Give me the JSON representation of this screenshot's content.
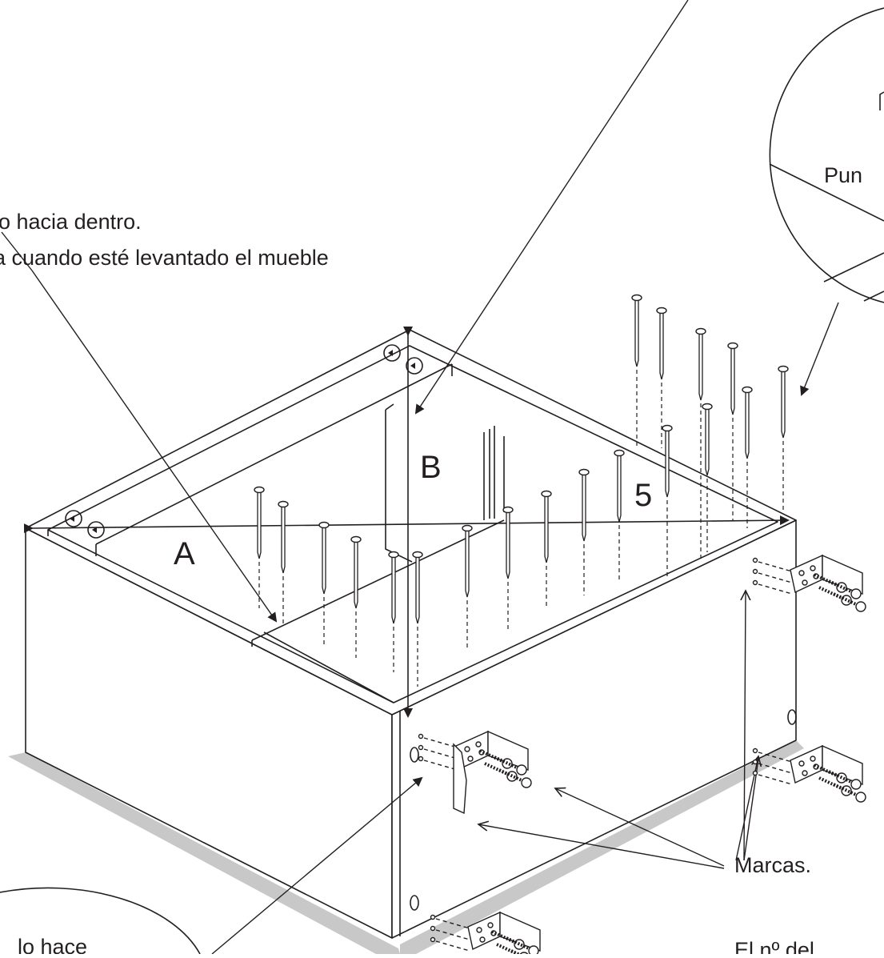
{
  "labels": {
    "a": "A",
    "b": "B",
    "step": "5",
    "note_line1": "o hacia dentro.",
    "note_line2": "a cuando esté levantado el mueble",
    "zoom_top": "Pun",
    "marks_line1": "Marcas.",
    "marks_line2": "El nº del",
    "bottom_left": "lo hace"
  },
  "colors": {
    "line": "#231f20",
    "shadow": "#c8c8c8",
    "background": "#ffffff"
  }
}
